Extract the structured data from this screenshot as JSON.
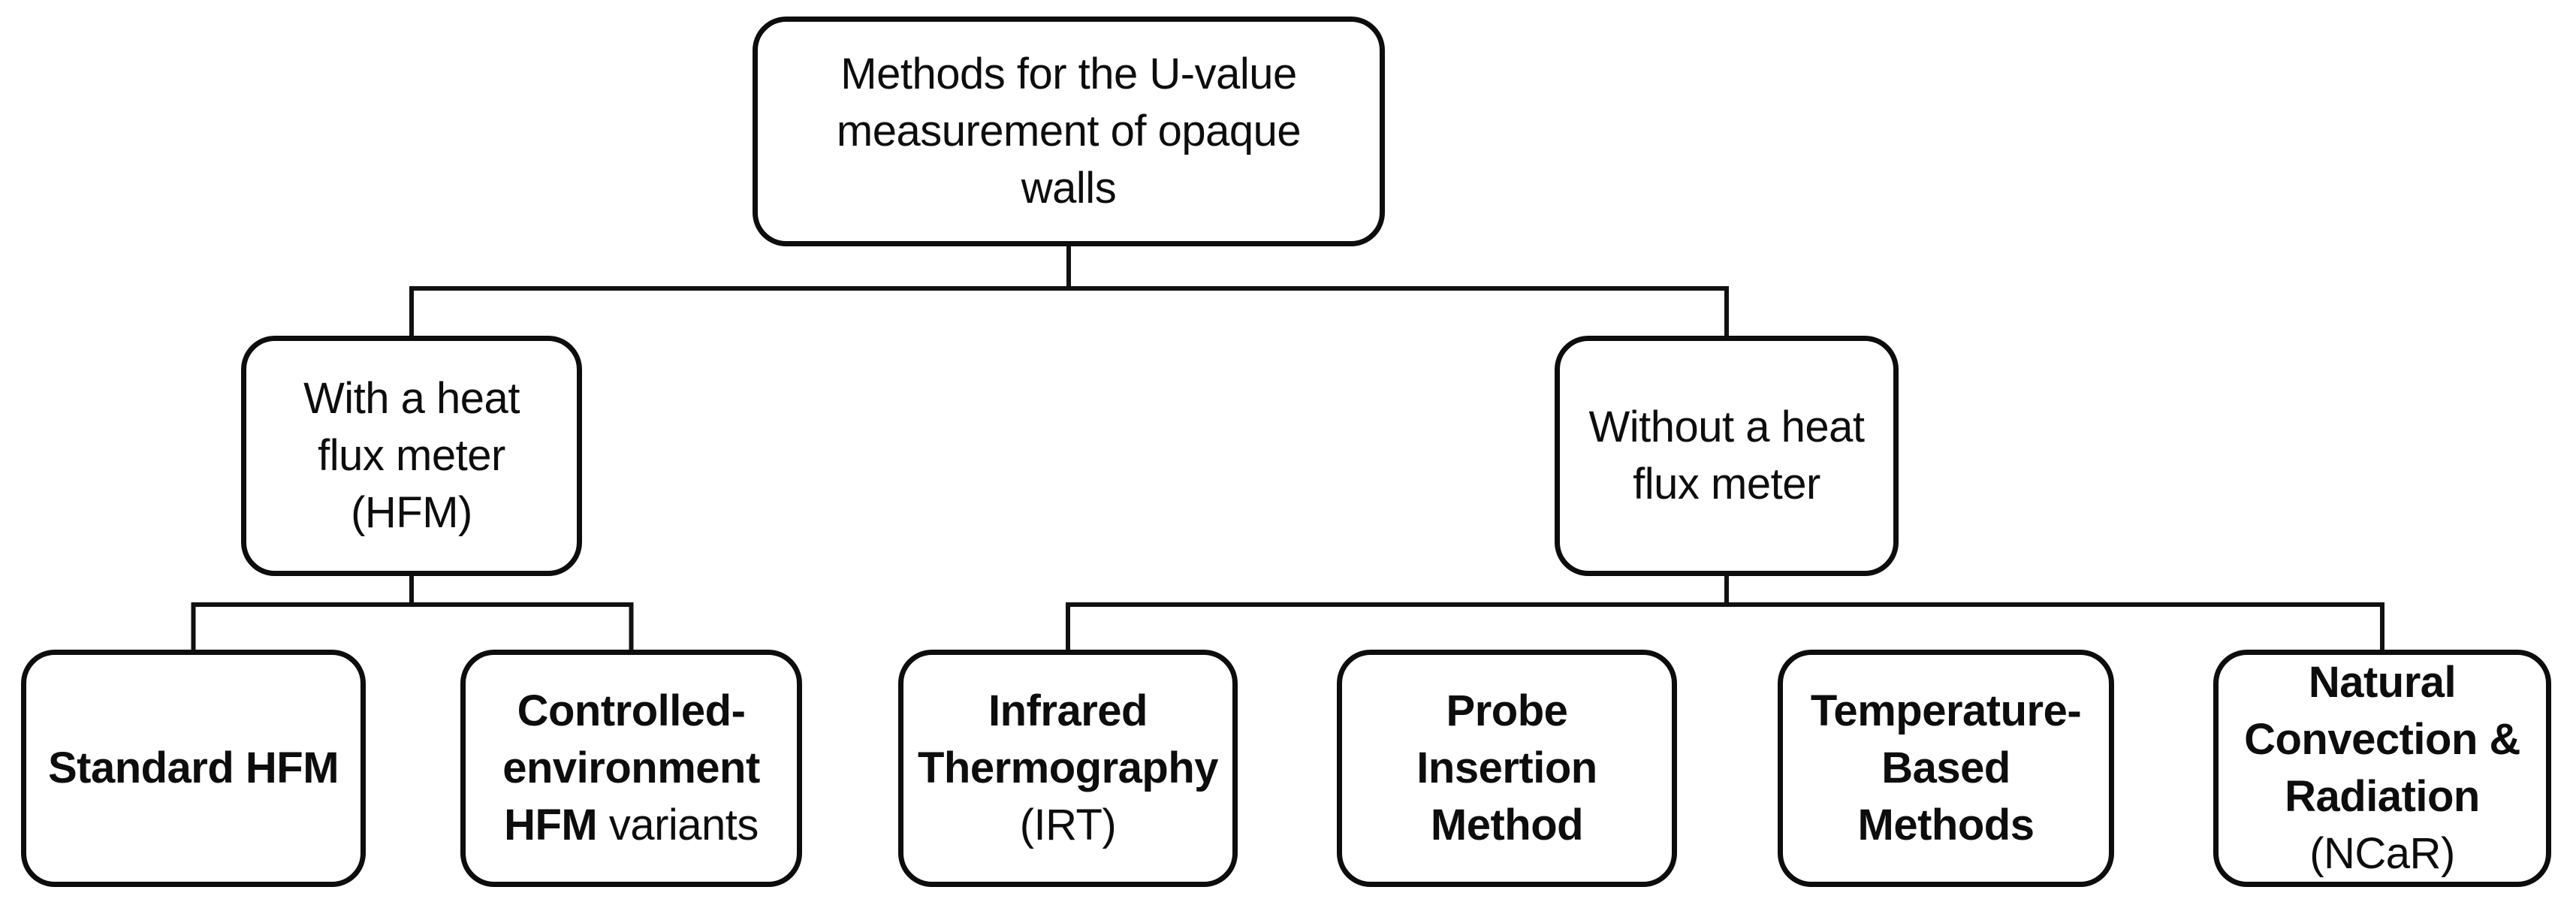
{
  "diagram": {
    "type": "tree",
    "title": "Methods for the U-value measurement of opaque walls",
    "levels": 3
  },
  "colors": {
    "background": "#ffffff",
    "box_fill": "#ffffff",
    "box_border": "#0d0d0d",
    "connector": "#111111",
    "text": "#0d0d0d"
  },
  "nodes": {
    "root": {
      "label": "Methods for the U-value measurement of opaque walls",
      "lines": [
        [
          {
            "text": "Methods for the U-value",
            "bold": false
          }
        ],
        [
          {
            "text": "measurement of opaque",
            "bold": false
          }
        ],
        [
          {
            "text": "walls",
            "bold": false
          }
        ]
      ],
      "children": [
        "with_hfm",
        "without_hfm"
      ]
    },
    "with_hfm": {
      "label": "With a heat flux meter (HFM)",
      "lines": [
        [
          {
            "text": "With a heat",
            "bold": false
          }
        ],
        [
          {
            "text": "flux meter",
            "bold": false
          }
        ],
        [
          {
            "text": "(HFM)",
            "bold": false
          }
        ]
      ],
      "children": [
        "standard_hfm",
        "controlled_hfm"
      ]
    },
    "without_hfm": {
      "label": "Without a heat flux meter",
      "lines": [
        [
          {
            "text": "Without a heat",
            "bold": false
          }
        ],
        [
          {
            "text": "flux meter",
            "bold": false
          }
        ]
      ],
      "children": [
        "irt",
        "probe_insertion",
        "temperature_based",
        "ncar"
      ]
    },
    "standard_hfm": {
      "label": "Standard HFM",
      "lines": [
        [
          {
            "text": "Standard HFM",
            "bold": true
          }
        ]
      ],
      "children": []
    },
    "controlled_hfm": {
      "label": "Controlled-environment HFM variants",
      "lines": [
        [
          {
            "text": "Controlled-",
            "bold": true
          }
        ],
        [
          {
            "text": "environment",
            "bold": true
          }
        ],
        [
          {
            "text": "HFM",
            "bold": true
          },
          {
            "text": " variants",
            "bold": false
          }
        ]
      ],
      "children": []
    },
    "irt": {
      "label": "Infrared Thermography (IRT)",
      "lines": [
        [
          {
            "text": "Infrared",
            "bold": true
          }
        ],
        [
          {
            "text": "Thermography",
            "bold": true
          }
        ],
        [
          {
            "text": "(IRT)",
            "bold": false
          }
        ]
      ],
      "children": []
    },
    "probe_insertion": {
      "label": "Probe Insertion Method",
      "lines": [
        [
          {
            "text": "Probe",
            "bold": true
          }
        ],
        [
          {
            "text": "Insertion",
            "bold": true
          }
        ],
        [
          {
            "text": "Method",
            "bold": true
          }
        ]
      ],
      "children": []
    },
    "temperature_based": {
      "label": "Temperature-Based Methods",
      "lines": [
        [
          {
            "text": "Temperature-",
            "bold": true
          }
        ],
        [
          {
            "text": "Based",
            "bold": true
          }
        ],
        [
          {
            "text": "Methods",
            "bold": true
          }
        ]
      ],
      "children": []
    },
    "ncar": {
      "label": "Natural Convection & Radiation (NCaR)",
      "lines": [
        [
          {
            "text": "Natural",
            "bold": true
          }
        ],
        [
          {
            "text": "Convection &",
            "bold": true
          }
        ],
        [
          {
            "text": "Radiation",
            "bold": true
          }
        ],
        [
          {
            "text": "(NCaR)",
            "bold": false
          }
        ]
      ],
      "children": []
    }
  }
}
